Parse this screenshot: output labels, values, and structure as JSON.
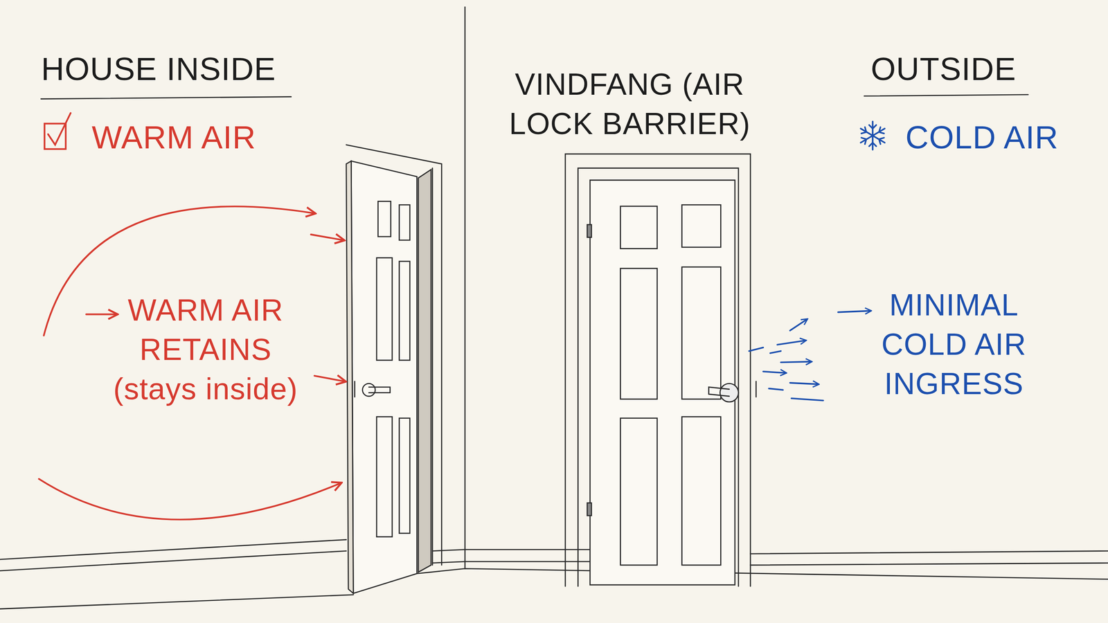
{
  "diagram": {
    "labels": [
      "HOUSE INSIDE",
      "WARM AIR",
      "VINDFANG (AIR LOCK BARRIER)",
      "OUTSIDE",
      "COLD AIR",
      "WARM AIR RETAINS (stays inside)",
      "MINIMAL COLD AIR INGRESS"
    ]
  }
}
